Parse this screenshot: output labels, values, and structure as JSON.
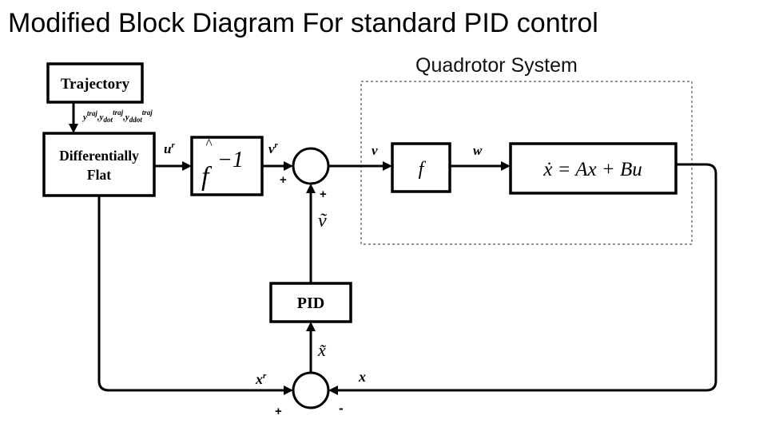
{
  "title": "Modified Block Diagram For standard PID control",
  "subsystem": {
    "label": "Quadrotor System"
  },
  "blocks": {
    "trajectory": "Trajectory",
    "flat_line1": "Differentially",
    "flat_line2": "Flat",
    "finv_base": "f",
    "finv_exp": "−1",
    "finv_hat": "^",
    "f": "f",
    "plant": "ẋ = Ax + Bu",
    "pid": "PID"
  },
  "signals": {
    "y_main": "y",
    "y_traj": "traj",
    "y_sep1": ",y",
    "y_dot": "dot",
    "y_dot_sup": "traj",
    "y_sep2": ",y",
    "y_ddot": "ddot",
    "y_ddot_sup": "traj",
    "u_base": "u",
    "u_sup": "r",
    "v_base": "v",
    "v_sup": "r",
    "v_out": "v",
    "w": "w",
    "vtilde": "ṽ",
    "xtilde": "x̃",
    "x_base": "x",
    "x_sup": "r",
    "x_fb": "x"
  },
  "signs": {
    "sum1_left": "+",
    "sum1_bottom": "+",
    "sum2_left": "+",
    "sum2_right": "-"
  }
}
